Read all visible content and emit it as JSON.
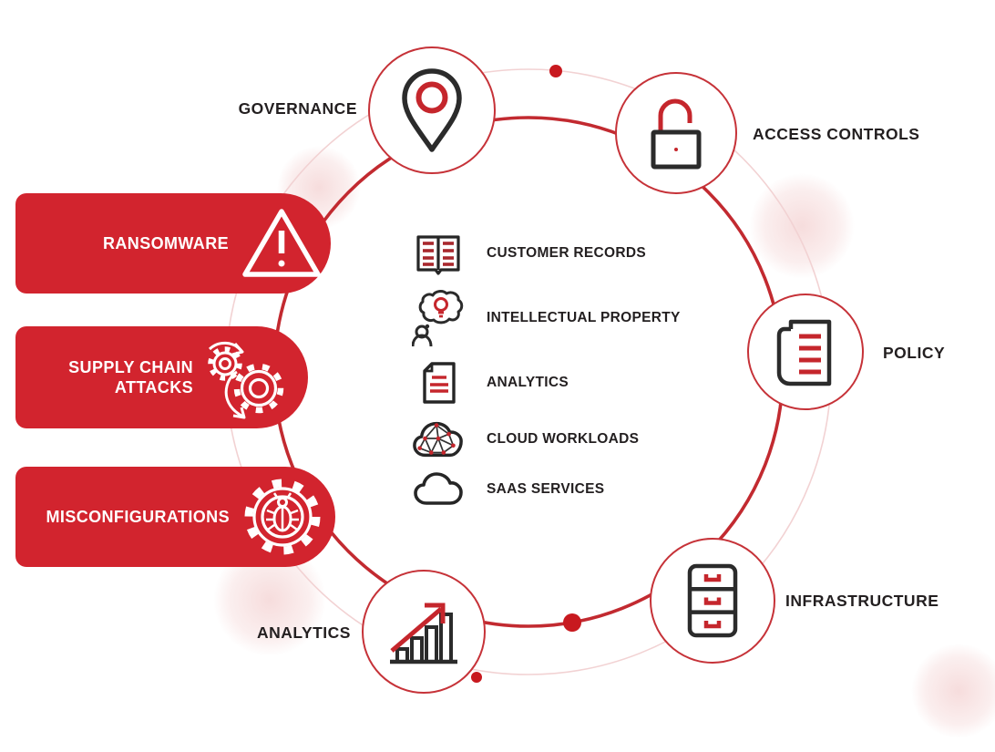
{
  "figure": {
    "type": "circular-security-diagram",
    "colors": {
      "banner_red": "#d2242e",
      "ring_red": "#c22a30",
      "pale_ring_pink": "#f2d2d3",
      "icon_red": "#c5262c",
      "icon_red_dark": "#a8282d",
      "dot_red": "#c8191f",
      "text_dark": "#231f20",
      "white": "#ffffff"
    },
    "ring_nodes": [
      {
        "label": "GOVERNANCE",
        "icon": "map-pin-icon"
      },
      {
        "label": "ACCESS CONTROLS",
        "icon": "open-padlock-icon"
      },
      {
        "label": "POLICY",
        "icon": "policy-document-icon"
      },
      {
        "label": "INFRASTRUCTURE",
        "icon": "storage-drawers-icon"
      },
      {
        "label": "ANALYTICS",
        "icon": "growth-chart-icon"
      }
    ],
    "threat_banners": [
      {
        "label": "RANSOMWARE",
        "icon": "warning-triangle-icon"
      },
      {
        "label": "SUPPLY CHAIN ATTACKS",
        "icon": "rotating-gears-icon"
      },
      {
        "label": "MISCONFIGURATIONS",
        "icon": "bug-gear-icon"
      }
    ],
    "protected_assets": [
      {
        "label": "CUSTOMER RECORDS",
        "icon": "open-book-icon"
      },
      {
        "label": "INTELLECTUAL PROPERTY",
        "icon": "idea-person-icon"
      },
      {
        "label": "ANALYTICS",
        "icon": "report-document-icon"
      },
      {
        "label": "CLOUD WORKLOADS",
        "icon": "mesh-cloud-icon"
      },
      {
        "label": "SAAS SERVICES",
        "icon": "cloud-icon"
      }
    ]
  }
}
